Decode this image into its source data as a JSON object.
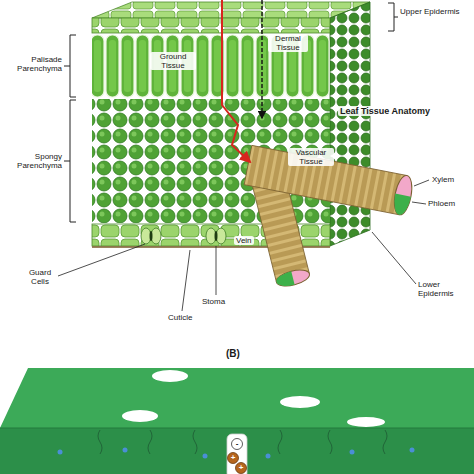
{
  "diagram": {
    "labels": [
      "Upper Epidermis",
      "Palisade Parenchyma",
      "Ground Tissue",
      "Dermal Tissue",
      "Leaf Tissue Anatomy",
      "Spongy Parenchyma",
      "Vascular Tissue",
      "Xylem",
      "Phloem",
      "Vein",
      "Guard Cells",
      "Stoma",
      "Cuticle",
      "Lower Epidermis",
      "(B)",
      "-",
      "+",
      "+"
    ]
  }
}
